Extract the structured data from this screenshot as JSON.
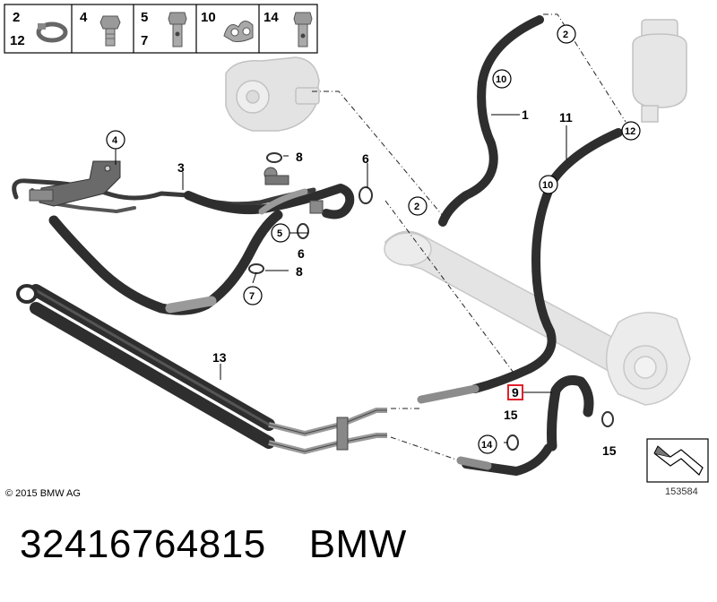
{
  "legend": {
    "cells": [
      {
        "numbers": [
          "2",
          "12"
        ],
        "icon": "hose-clamp-icon"
      },
      {
        "numbers": [
          "4"
        ],
        "icon": "hex-bolt-icon"
      },
      {
        "numbers": [
          "5",
          "7"
        ],
        "icon": "banjo-bolt-icon"
      },
      {
        "numbers": [
          "10"
        ],
        "icon": "hose-holder-clip-icon"
      },
      {
        "numbers": [
          "14"
        ],
        "icon": "hollow-bolt-icon"
      }
    ]
  },
  "callouts": [
    {
      "id": "1",
      "circled": false
    },
    {
      "id": "2",
      "circled": true
    },
    {
      "id": "2",
      "circled": true
    },
    {
      "id": "3",
      "circled": false
    },
    {
      "id": "4",
      "circled": true
    },
    {
      "id": "5",
      "circled": true
    },
    {
      "id": "6",
      "circled": false
    },
    {
      "id": "6",
      "circled": false
    },
    {
      "id": "7",
      "circled": true
    },
    {
      "id": "8",
      "circled": false
    },
    {
      "id": "8",
      "circled": false
    },
    {
      "id": "9",
      "circled": false,
      "highlighted": true
    },
    {
      "id": "10",
      "circled": true
    },
    {
      "id": "10",
      "circled": true
    },
    {
      "id": "11",
      "circled": false
    },
    {
      "id": "12",
      "circled": true
    },
    {
      "id": "13",
      "circled": false
    },
    {
      "id": "14",
      "circled": true
    },
    {
      "id": "15",
      "circled": false
    },
    {
      "id": "15",
      "circled": false
    }
  ],
  "copyright": "© 2015 BMW AG",
  "diagram_number": "153584",
  "part_number": "32416764815",
  "brand": "BMW",
  "colors": {
    "hose": "#3a3a3a",
    "ghost_part": "#d8d8d8",
    "highlight": "#e0202a"
  }
}
